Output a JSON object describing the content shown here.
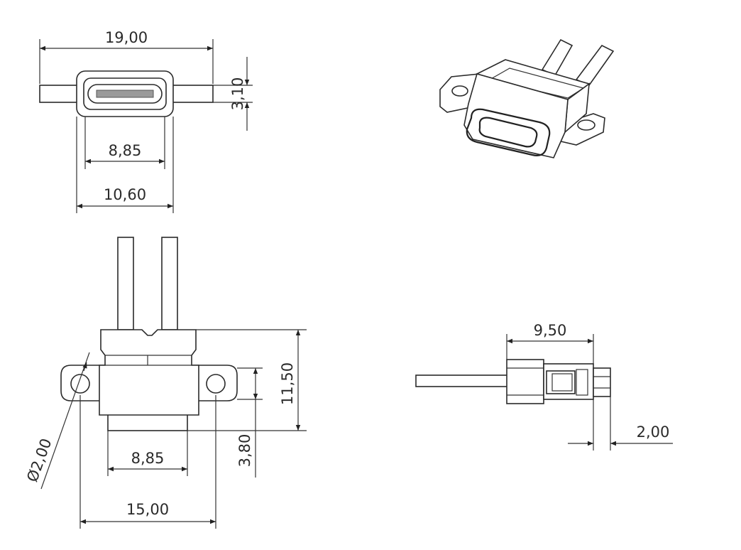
{
  "dimensions": {
    "top_width": "19,00",
    "top_height": "3,10",
    "top_inner_width": "8,85",
    "top_body_width": "10,60",
    "front_height": "11,50",
    "front_hole_dia": "Ø2,00",
    "front_inner_width": "8,85",
    "front_flange_height": "3,80",
    "front_hole_spacing": "15,00",
    "side_length": "9,50",
    "side_thickness": "2,00"
  }
}
